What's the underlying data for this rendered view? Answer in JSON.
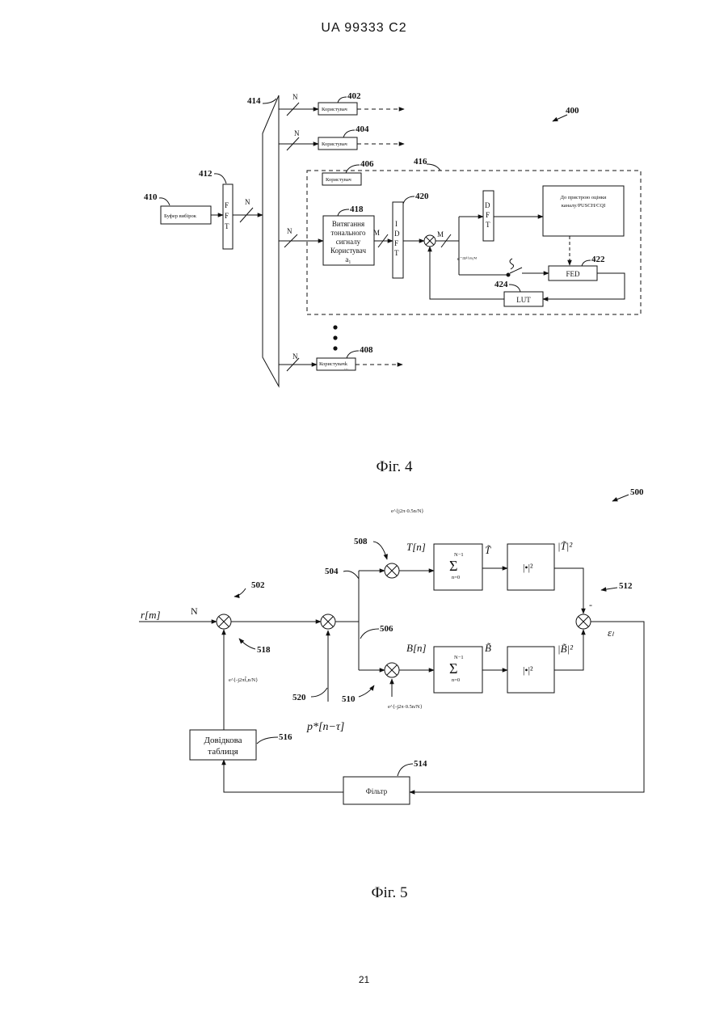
{
  "page": {
    "header": "UA   99333   C2",
    "page_number": "21"
  },
  "fig4": {
    "caption": "Фіг. 4",
    "refs": {
      "r400": "400",
      "r402": "402",
      "r404": "404",
      "r406": "406",
      "r408": "408",
      "r410": "410",
      "r412": "412",
      "r414": "414",
      "r416": "416",
      "r418": "418",
      "r420": "420",
      "r422": "422",
      "r424": "424"
    },
    "buffer_label": "Буфер вибірок",
    "fft_letters": [
      "F",
      "F",
      "T"
    ],
    "idft_letters": [
      "I",
      "D",
      "F",
      "T"
    ],
    "dft_letters": [
      "D",
      "F",
      "T"
    ],
    "user1": "Користувач",
    "user2": "Користувач",
    "user3": "Користувач",
    "user_k": "Користувачk",
    "user_k_dots": "...",
    "extract_lines": [
      "Витягання",
      "тонального",
      "сигналу",
      "Користувач",
      "а₁"
    ],
    "channel_lines": [
      "До пристрою оцінки",
      "каналу/PUSCH/CQI"
    ],
    "fed": "FED",
    "lut": "LUT",
    "exp_label": "e⁻ʲ²ᵖⁱᶠᵃᵐ/ᴹ",
    "n_labels": [
      "N",
      "N",
      "N",
      "N",
      "N"
    ],
    "m_labels": [
      "M",
      "M"
    ]
  },
  "fig5": {
    "caption": "Фіг. 5",
    "refs": {
      "r500": "500",
      "r502": "502",
      "r504": "504",
      "r506": "506",
      "r508": "508",
      "r510": "510",
      "r512": "512",
      "r514": "514",
      "r516": "516",
      "r518": "518",
      "r520": "520"
    },
    "input": "r[m]",
    "n_label": "N",
    "exp_top": "e^{j2π·0.5n/N}",
    "exp_bottom": "e^{-j2π·0.5n/N}",
    "exp_left": "e^{-j2πf̂ₐn/N}",
    "pilot": "p*[n−τ]",
    "t_n": "T[n]",
    "b_n": "B[n]",
    "t_tilde": "T̃",
    "b_tilde": "B̃",
    "t_pow": "|T̃|²",
    "b_pow": "|B̃|²",
    "sum_upper": "N−1",
    "sum_lower": "n=0",
    "sum_symbol": "Σ",
    "abs_label": "|•|²",
    "minus": "-",
    "err": "εₗ",
    "lookup_lines": [
      "Довідкова",
      "таблиця"
    ],
    "filter": "Фільтр"
  }
}
